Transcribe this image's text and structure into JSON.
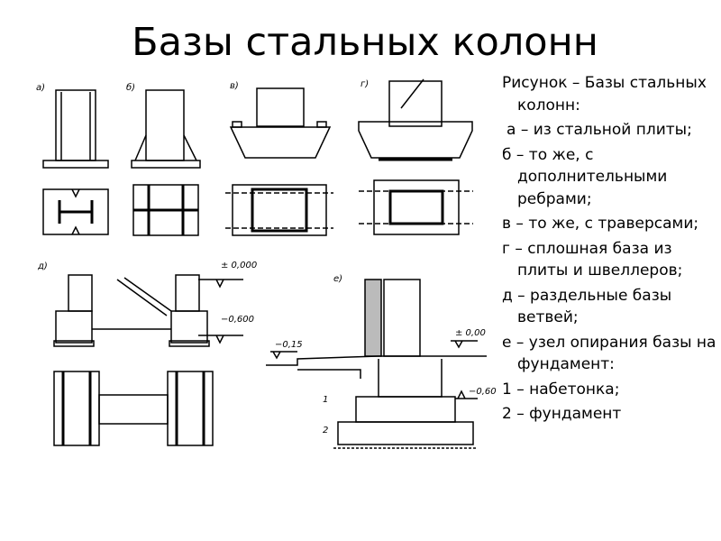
{
  "title": "Базы стальных колонн",
  "caption": {
    "heading": "Рисунок – Базы стальных колонн:",
    "items": [
      "а – из стальной плиты;",
      "б – то же, с дополнительными ребрами;",
      "в – то же, с траверсами;",
      "г – сплошная база из плиты и швеллеров;",
      "д – раздельные базы ветвей;",
      "е – узел опирания базы на фундамент:",
      "1 – набетонка;",
      "2 – фундамент"
    ]
  },
  "figure": {
    "labels": {
      "a": "а)",
      "b": "б)",
      "v": "в)",
      "g": "г)",
      "d": "д)",
      "e": "е)"
    },
    "marks": {
      "d_top": "± 0,000",
      "d_bottom": "−0,600",
      "e_zero": "± 0,00",
      "e_ground": "−0,15",
      "e_base": "−0,600",
      "e_1": "1",
      "e_2": "2"
    }
  }
}
